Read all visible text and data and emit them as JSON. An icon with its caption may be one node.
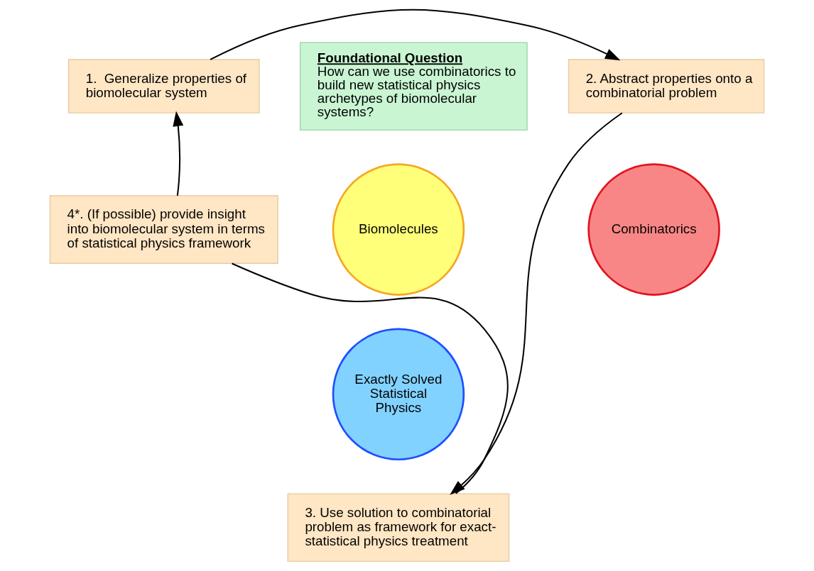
{
  "diagram": {
    "nodes": [
      {
        "text": [
          "Foundational Question",
          "How can we use combinatorics to build new statistical physics archetypes of biomolecular systems?"
        ]
      },
      {
        "text": [
          "1.  Generalize properties of biomolecular system"
        ]
      },
      {
        "text": [
          "2. Abstract properties onto a combinatorial problem"
        ]
      },
      {
        "text": [
          "Biomolecules"
        ]
      },
      {
        "text": [
          "Combinatorics"
        ]
      },
      {
        "text": [
          "4*. (If possible) provide insight into biomolecular system in terms of statistical physics framework"
        ]
      },
      {
        "text": [
          "Exactly Solved Statistical Physics"
        ]
      },
      {
        "text": [
          "3. Use solution to combinatorial problem as framework for exact-statistical physics treatment"
        ]
      }
    ],
    "edges": [
      {
        "from": 1,
        "to": 2,
        "arrow": "to"
      },
      {
        "from": 2,
        "to": 7,
        "arrow": "to"
      },
      {
        "from": 7,
        "to": 5,
        "arrow": "none"
      },
      {
        "from": 5,
        "to": 1,
        "arrow": "to"
      }
    ]
  }
}
